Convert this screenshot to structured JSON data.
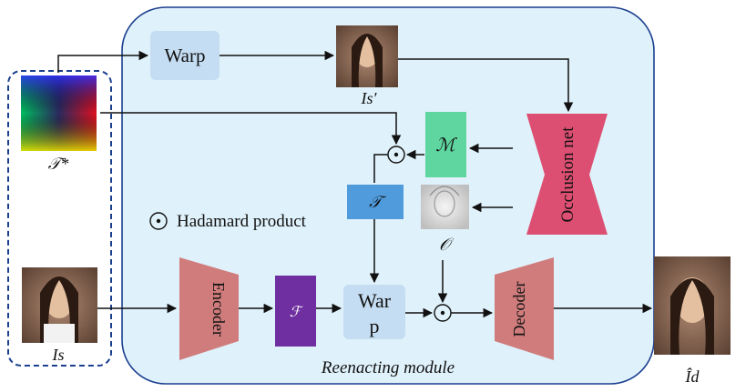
{
  "module": {
    "caption": "Reenacting module",
    "fill": "#dff1fa",
    "stroke": "#1b3f8f"
  },
  "inputs": {
    "flow_label": "𝒯*",
    "source_label": "Is",
    "frame_stroke": "#1b3f8f"
  },
  "nodes": {
    "warp_top": {
      "label": "Warp",
      "fill": "#c5ddf2"
    },
    "warped_image_label": "Is′",
    "occlusion_net": {
      "label": "Occlusion net",
      "fill": "#dd4f72"
    },
    "mask_M": {
      "label": "ℳ",
      "fill": "#5fd6a0"
    },
    "flow_T": {
      "label": "𝒯",
      "fill": "#4f9bdc"
    },
    "occlusion_O_label": "𝒪",
    "encoder": {
      "label": "Encoder",
      "fill": "#d07c7c"
    },
    "feature_F": {
      "label": "ℱ",
      "fill": "#6f2fa0"
    },
    "warp_bottom": {
      "label_line1": "War",
      "label_line2": "p",
      "fill": "#c5ddf2"
    },
    "decoder": {
      "label": "Decoder",
      "fill": "#d07c7c"
    },
    "output_label": "Îd"
  },
  "legend": {
    "symbol": "⊙",
    "text": "Hadamard product"
  }
}
